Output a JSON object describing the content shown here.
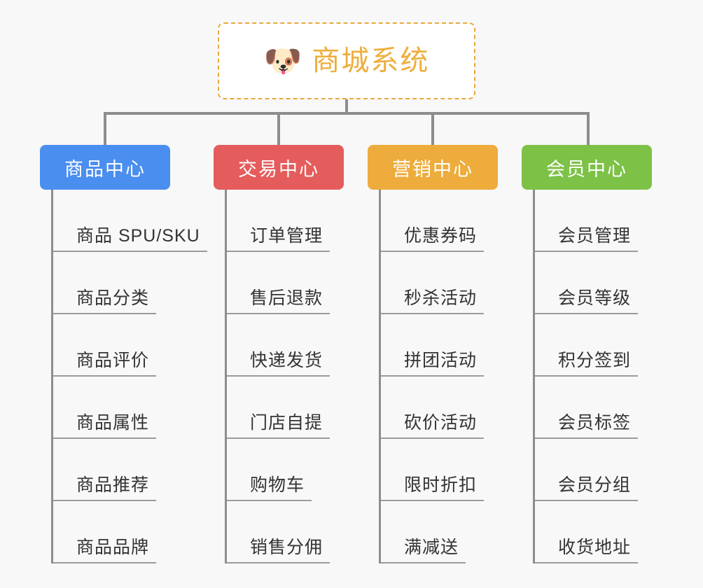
{
  "background_color": "#f8f8f8",
  "root": {
    "icon": "shiba-dog-face-emoji",
    "emoji": "🐶",
    "title": "商城系统",
    "border_color": "#e9a93c",
    "text_color": "#eeae3c",
    "fill_color": "#ffffff"
  },
  "connector_color": "#8d8d8d",
  "leaf_underline_color": "#9b9b9b",
  "leaf_text_color": "#333333",
  "columns": [
    {
      "id": "product-center",
      "label": "商品中心",
      "color": "#4a8ef0",
      "items": [
        {
          "label": "商品 SPU/SKU"
        },
        {
          "label": "商品分类"
        },
        {
          "label": "商品评价"
        },
        {
          "label": "商品属性"
        },
        {
          "label": "商品推荐"
        },
        {
          "label": "商品品牌"
        }
      ]
    },
    {
      "id": "trade-center",
      "label": "交易中心",
      "color": "#e55c5c",
      "items": [
        {
          "label": "订单管理"
        },
        {
          "label": "售后退款"
        },
        {
          "label": "快递发货"
        },
        {
          "label": "门店自提"
        },
        {
          "label": "购物车"
        },
        {
          "label": "销售分佣"
        }
      ]
    },
    {
      "id": "marketing-center",
      "label": "营销中心",
      "color": "#eeac3c",
      "items": [
        {
          "label": "优惠券码"
        },
        {
          "label": "秒杀活动"
        },
        {
          "label": "拼团活动"
        },
        {
          "label": "砍价活动"
        },
        {
          "label": "限时折扣"
        },
        {
          "label": "满减送"
        }
      ]
    },
    {
      "id": "member-center",
      "label": "会员中心",
      "color": "#7dc247",
      "items": [
        {
          "label": "会员管理"
        },
        {
          "label": "会员等级"
        },
        {
          "label": "积分签到"
        },
        {
          "label": "会员标签"
        },
        {
          "label": "会员分组"
        },
        {
          "label": "收货地址"
        }
      ]
    }
  ]
}
